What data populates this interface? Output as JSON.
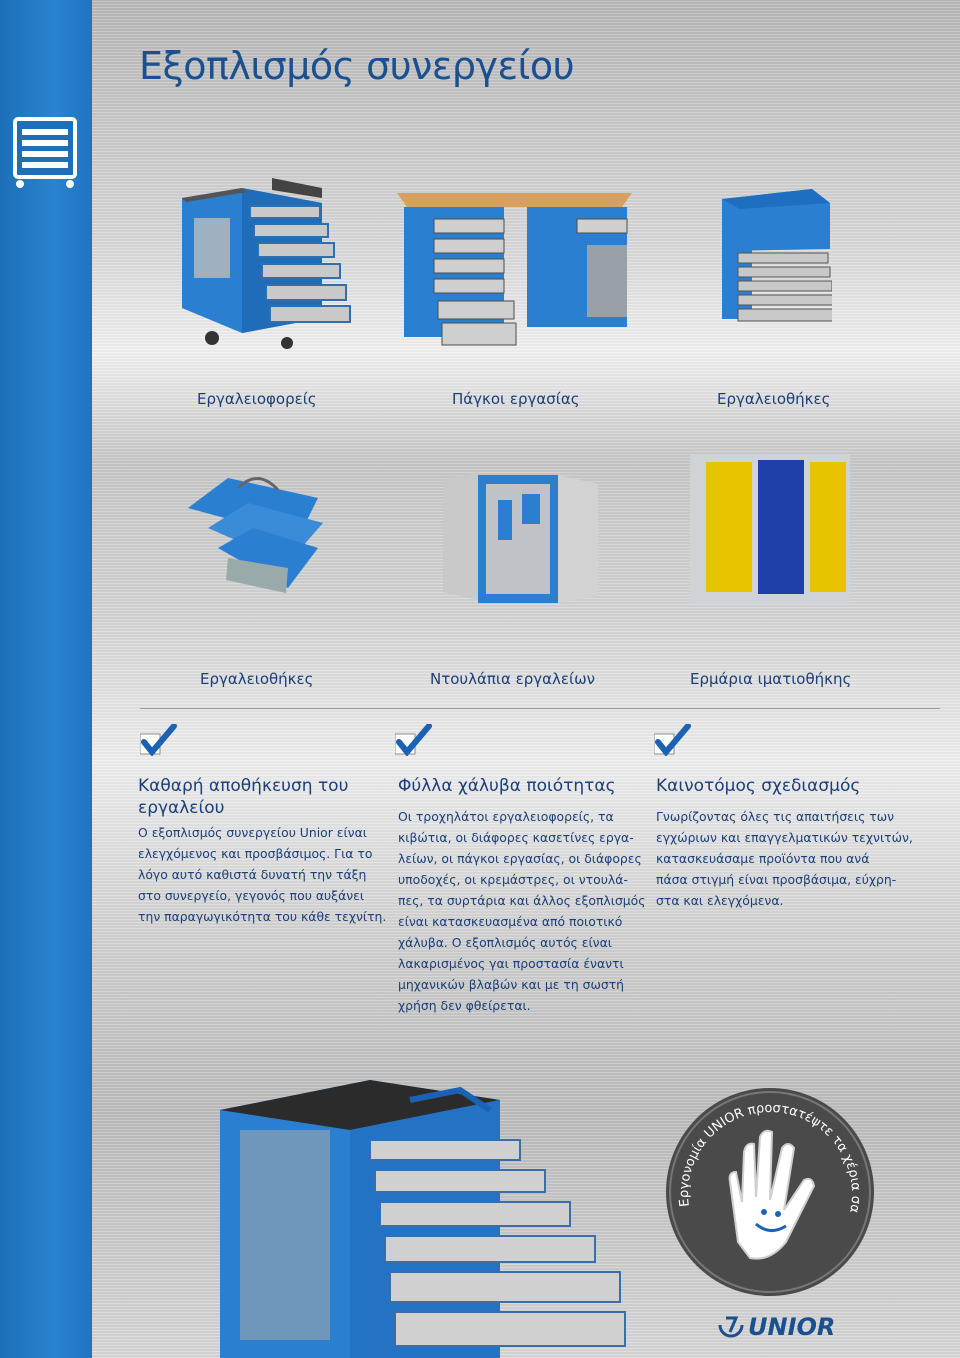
{
  "header": {
    "title": "Εξοπλισμός συνεργείου"
  },
  "products_row1": [
    {
      "label": "Εργαλειοφορείς"
    },
    {
      "label": "Πάγκοι εργασίας"
    },
    {
      "label": "Εργαλειοθήκες"
    }
  ],
  "products_row2": [
    {
      "label": "Εργαλειοθήκες"
    },
    {
      "label": "Ντουλάπια εργαλείων"
    },
    {
      "label": "Ερμάρια ιματιοθήκης"
    }
  ],
  "features": [
    {
      "heading": [
        "Καθαρή αποθήκευση του",
        "εργαλείου"
      ],
      "lines": [
        "Ο εξοπλισμός συνεργείου Unior είναι",
        "ελεγχόμενος και προσβάσιμος. Για το",
        "λόγο αυτό καθιστά δυνατή την τάξη",
        "στο συνεργείο, γεγονός που αυξάνει",
        "την παραγωγικότητα του κάθε τεχνίτη."
      ]
    },
    {
      "heading": [
        "Φύλλα χάλυβα ποιότητας"
      ],
      "lines": [
        "Οι τροχηλάτοι εργαλειοφορείς, τα",
        "κιβώτια, οι διάφορες κασετίνες εργα-",
        "λείων, οι πάγκοι εργασίας, οι διάφορες",
        "υποδοχές, οι κρεμάστρες, οι ντουλά-",
        "πες, τα συρτάρια και άλλος εξοπλισμός",
        "είναι κατασκευασμένα από ποιοτικό",
        "χάλυβα. Ο εξοπλισμός αυτός είναι",
        "λακαρισμένος γαι προστασία έναντι",
        "μηχανικών βλαβών και με τη σωστή",
        "χρήση δεν φθείρεται."
      ]
    },
    {
      "heading": [
        "Καινοτόμος σχεδιασμός"
      ],
      "lines": [
        "Γνωρίζοντας όλες τις απαιτήσεις των",
        "εγχώριων και επαγγελματικών τεχνιτών,",
        "κατασκευάσαμε προϊόντα που ανά",
        "πάσα στιγμή είναι προσβάσιμα, εύχρη-",
        "στα και ελεγχόμενα."
      ]
    }
  ],
  "seal": {
    "text": "Εργονομία UNIOR προστατέψτε τα χέρια σας"
  },
  "brand": {
    "name": "UNIOR"
  },
  "colors": {
    "brand_blue": "#1a4f90",
    "sidebar_blue": "#2a83cf",
    "check_blue": "#1c62b4"
  },
  "icons": [
    "tool-cart-icon",
    "check-mark-icon",
    "hand-seal-icon",
    "unior-logo-icon"
  ]
}
